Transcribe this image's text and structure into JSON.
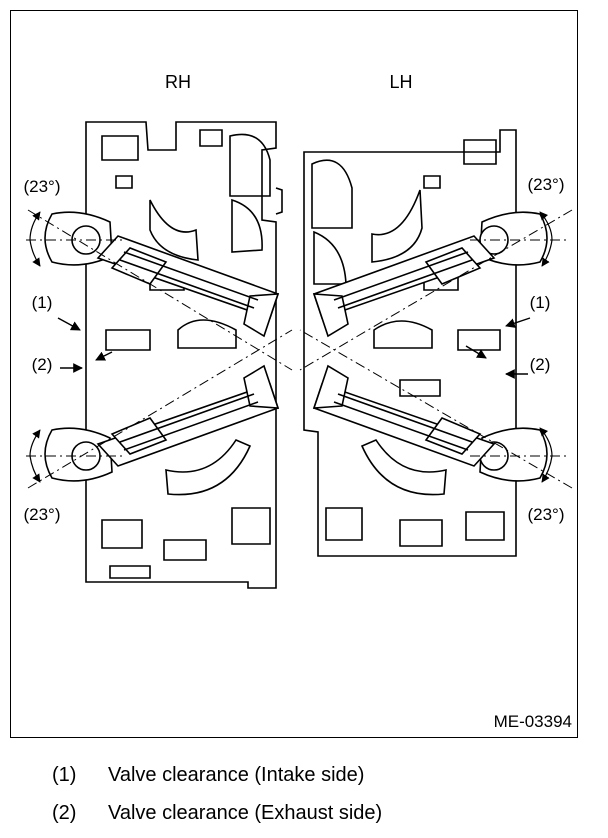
{
  "diagram": {
    "side_labels": {
      "rh": "RH",
      "lh": "LH"
    },
    "angle_label": "(23°)",
    "callouts": {
      "c1": "(1)",
      "c2": "(2)"
    },
    "figure_code": "ME-03394"
  },
  "legend": [
    {
      "num": "(1)",
      "text": "Valve clearance (Intake side)"
    },
    {
      "num": "(2)",
      "text": "Valve clearance (Exhaust side)"
    }
  ]
}
